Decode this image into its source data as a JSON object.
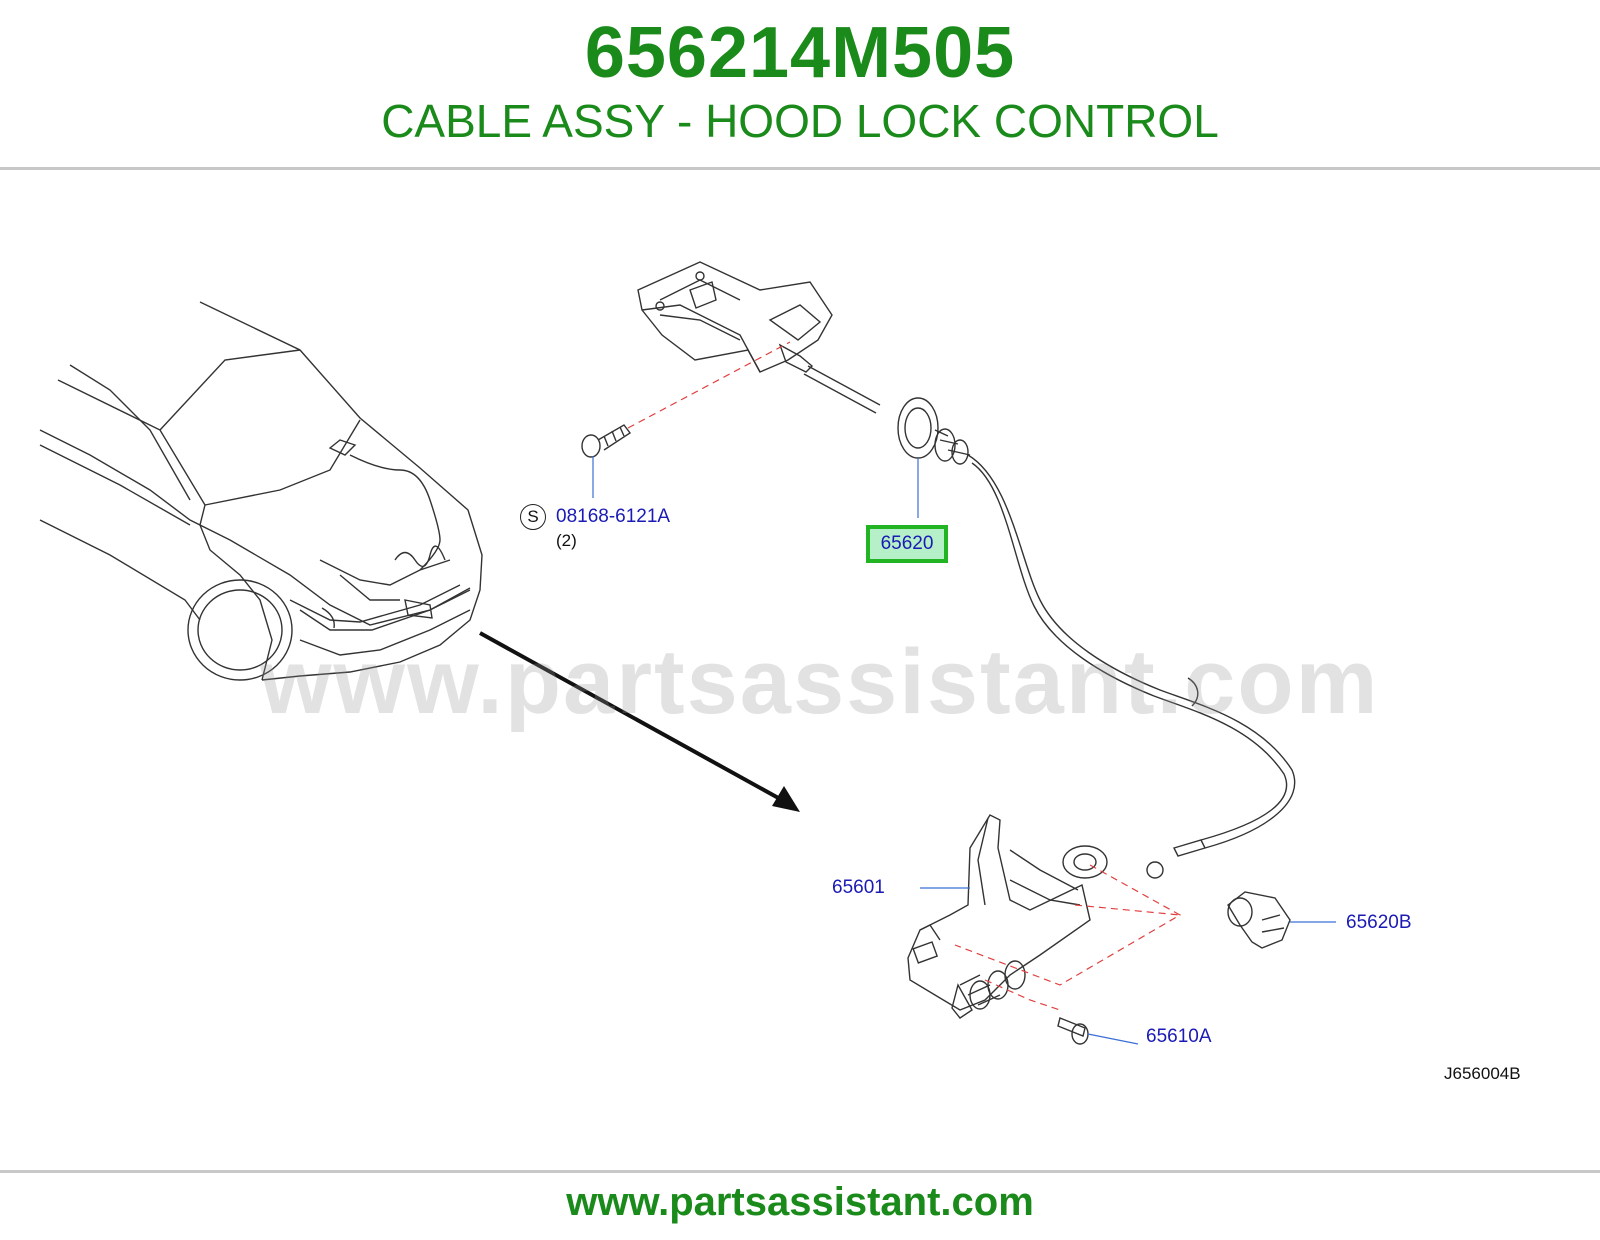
{
  "header": {
    "part_number": "656214M505",
    "description": "CABLE ASSY - HOOD LOCK CONTROL"
  },
  "watermark": "www.partsassistant.com",
  "footer": {
    "url": "www.partsassistant.com"
  },
  "colors": {
    "header_green": "#1a8a1a",
    "callout_blue": "#1a1ab4",
    "highlight_border": "#22b422",
    "highlight_fill": "#b6f0c8",
    "leader_line": "#3a6fd6",
    "dashed_guide": "#e04040"
  },
  "callouts": {
    "bolt": "08168-6121A",
    "bolt_qty": "(2)",
    "bolt_badge": "S",
    "cable_assy": "65620",
    "hood_lock": "65601",
    "clip": "65620B",
    "lock_bolt": "65610A"
  },
  "diagram_code": "J656004B"
}
